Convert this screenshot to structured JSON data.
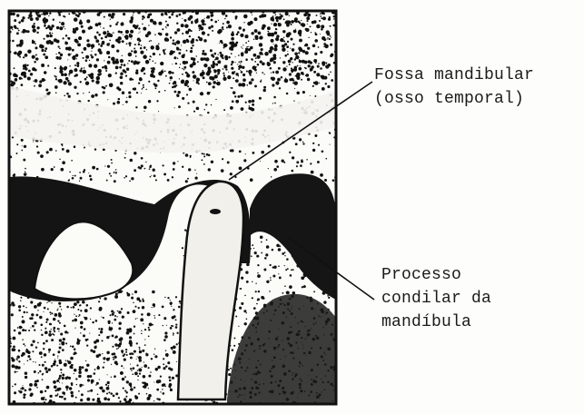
{
  "labels": {
    "fossa": {
      "line1": "Fossa mandibular",
      "line2": "(osso temporal)"
    },
    "processo": {
      "line1": "Processo",
      "line2": "condilar da",
      "line3": "mandíbula"
    }
  },
  "colors": {
    "ink": "#111111",
    "paper": "#fdfdfb"
  }
}
